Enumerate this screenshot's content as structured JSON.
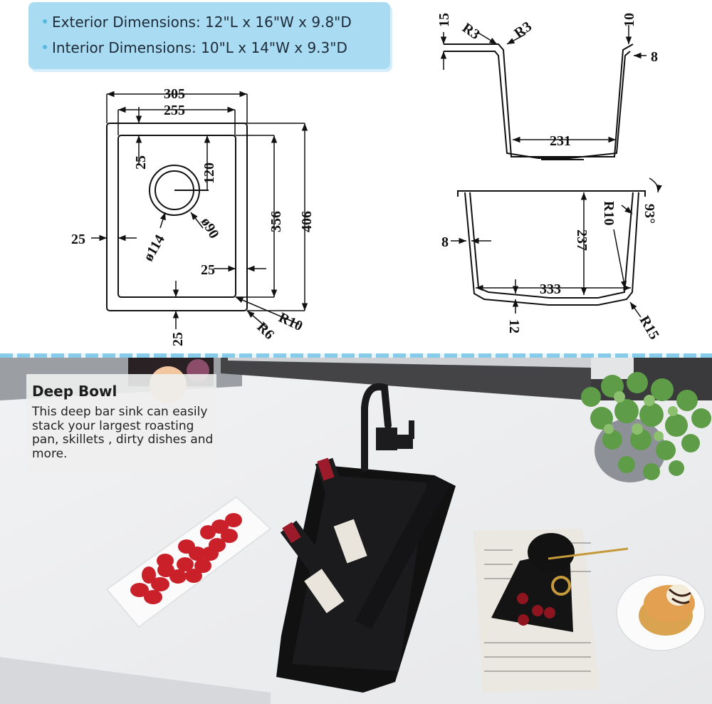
{
  "specs": {
    "exterior": "Exterior Dimensions: 12\"L x 16\"W x 9.8\"D",
    "interior": "Interior Dimensions: 10\"L x 14\"W x 9.3\"D",
    "accent_color": "#a9dcf3"
  },
  "top_view": {
    "width_outer": "305",
    "width_inner": "255",
    "rim_top": "25",
    "drain_offset": "120",
    "length_inner": "356",
    "length_outer": "406",
    "rim_left": "25",
    "rim_right": "25",
    "rim_bottom": "25",
    "drain_outer_dia": "ø114",
    "drain_inner_dia": "ø90",
    "corner_inner_radius": "R10",
    "corner_outer_radius": "R6"
  },
  "side_view": {
    "flange_height": "15",
    "radius_left": "R3",
    "radius_right": "R3",
    "rim_top": "10",
    "wall": "8",
    "bottom_width": "231"
  },
  "front_view": {
    "angle": "93°",
    "corner_radius_upper": "R10",
    "depth": "237",
    "wall": "8",
    "bottom_width": "333",
    "bottom_thickness": "12",
    "corner_radius_lower": "R15"
  },
  "feature": {
    "title": "Deep Bowl",
    "body": "This deep bar sink can easily stack your largest roasting pan, skillets , dirty dishes and more."
  }
}
